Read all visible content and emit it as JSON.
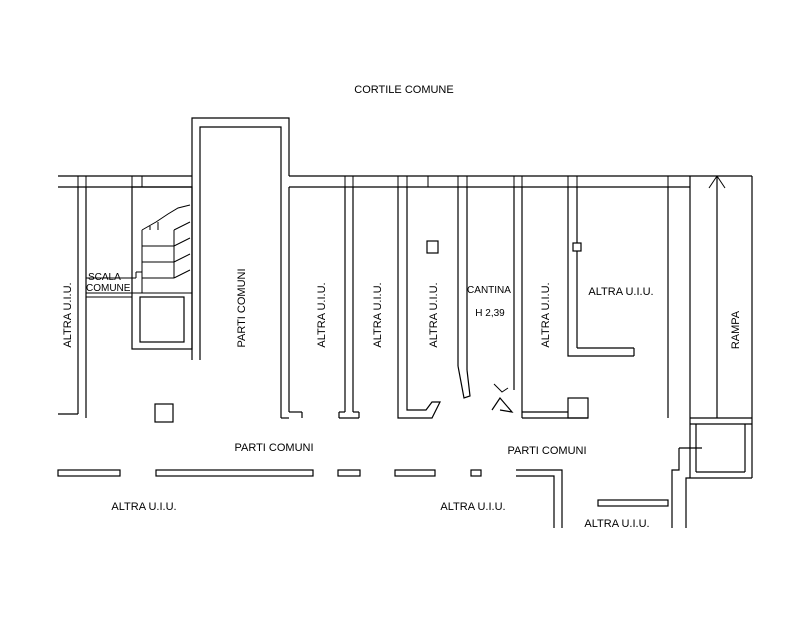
{
  "labels": {
    "courtyard": "CORTILE COMUNE",
    "staircase_line1": "SCALA",
    "staircase_line2": "COMUNE",
    "common_parts": "PARTI COMUNI",
    "other_unit": "ALTRA U.I.U.",
    "cellar": "CANTINA",
    "cellar_height": "H 2,39",
    "ramp": "RAMPA"
  },
  "colors": {
    "line": "#000000",
    "background": "#ffffff"
  }
}
